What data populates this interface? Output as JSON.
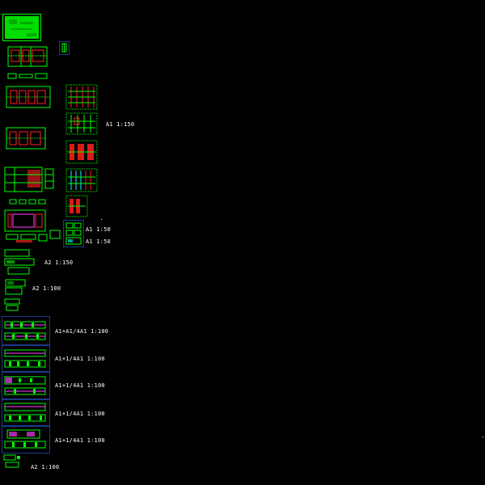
{
  "canvas": {
    "background": "#000000"
  },
  "colors": {
    "green": "#00ff00",
    "red": "#ff2020",
    "magenta": "#ff40ff",
    "cyan": "#00ffff",
    "white": "#ffffff",
    "frame_blue": "#1a3a8a",
    "yellow": "#ffff00"
  },
  "scale_labels": {
    "group_a1_150": "A1  1:150",
    "group_a1_50": "A1  1:50",
    "group_a1_50b": "A1  1:50",
    "group_a2_150": "A2  1:150",
    "group_a2_100": "A2  1:100",
    "elev_1": "A1+A1/4A1  1:100",
    "elev_2": "A1+1/4A1  1:100",
    "elev_3": "A1+1/4A1  1:100",
    "elev_4": "A1+1/4A1  1:100",
    "elev_5": "A1+1/4A1  1:100",
    "group_a2_bottom": "A2  1:100"
  }
}
